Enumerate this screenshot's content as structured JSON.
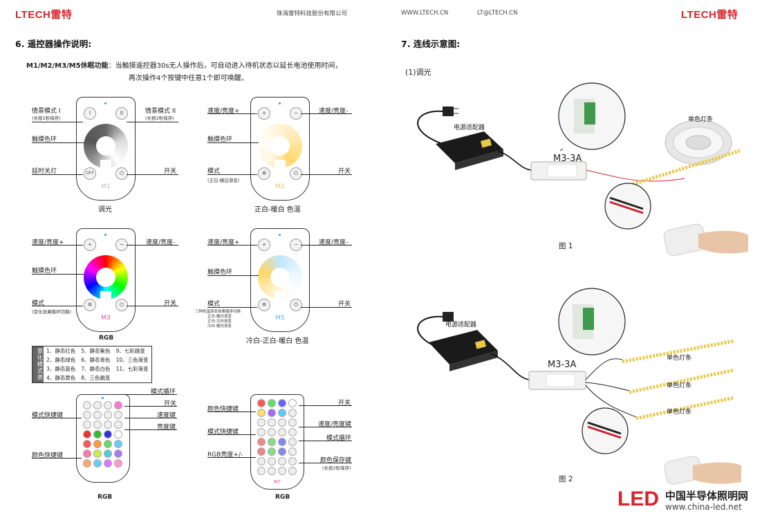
{
  "header": {
    "brand_left": "LTECH雷特",
    "company": "珠海雷特科技股份有限公司",
    "website": "WWW.LTECH.CN",
    "email": "LT@LTECH.CN",
    "brand_right": "LTECH雷特"
  },
  "left": {
    "section_title": "6. 遥控器操作说明:",
    "sleep_label": "M1/M2/M3/M5休眠功能",
    "sleep_text_1": "：当触摸遥控器30s无人操作后，可自动进入待机状态以延长电池使用时间，",
    "sleep_text_2": "再次操作4个按键中任意1个即可唤醒。",
    "m1": {
      "mode1": "情景模式 I",
      "mode1_sub": "(长按2秒保存)",
      "mode2": "情景模式 II",
      "mode2_sub": "(长按2秒保存)",
      "ring": "触摸色环",
      "delay": "延时关灯",
      "power": "开关",
      "model": "M1",
      "caption": "调光",
      "btn1": "I",
      "btn2": "II",
      "btn3": "OFF",
      "btn4": "⏻"
    },
    "m2": {
      "plus": "速度/亮度+",
      "minus": "速度/亮度-",
      "ring": "触摸色环",
      "mode": "模式",
      "mode_sub": "(正白-暖白渐变)",
      "power": "开关",
      "model": "M2",
      "caption": "正白-暖白 色温"
    },
    "m3": {
      "plus": "速度/亮度+",
      "minus": "速度/亮度-",
      "ring": "触摸色环",
      "mode": "模式",
      "mode_sub": "(变化效果循环切换)",
      "power": "开关",
      "model": "M3",
      "caption": "RGB"
    },
    "m5": {
      "plus": "速度/亮度+",
      "minus": "速度/亮度-",
      "ring": "触摸色环",
      "mode": "模式",
      "mode_sub_1": "三种色温渐变效果顺序切换",
      "mode_sub_2": "正白-暖白渐变",
      "mode_sub_3": "正白-冷白渐变",
      "mode_sub_4": "冷白-暖白渐变",
      "power": "开关",
      "model": "M5",
      "caption": "冷白-正白-暖白 色温"
    },
    "mode_table": {
      "title": "变化模式表",
      "col1": [
        "1、静态红色",
        "2、静态绿色",
        "3、静态蓝色",
        "4、静态黄色"
      ],
      "col2": [
        "5、静态紫色",
        "6、静态青色",
        "7、静态白色",
        "8、三色跳变"
      ],
      "col3": [
        "9、七彩跳变",
        "10、三色渐变",
        "11、七彩渐变",
        ""
      ]
    },
    "m6": {
      "mode_cycle": "模式循环",
      "power": "开关",
      "speed": "速度键",
      "bright": "亮度键",
      "mode_quick": "模式快捷键",
      "color_quick": "颜色快捷键",
      "caption": "RGB"
    },
    "m7": {
      "power": "开关",
      "color_quick": "颜色快捷键",
      "speed_bright": "速度/亮度键",
      "mode_quick": "模式快捷键",
      "mode_cycle": "模式循环",
      "rgb_bright": "RGB亮度+/-",
      "color_save": "颜色保存键",
      "color_save_sub": "(长按2秒保存)",
      "model": "M7",
      "caption": "RGB"
    }
  },
  "right": {
    "section_title": "7. 连线示意图:",
    "sub_title": "(1)调光",
    "fig1": {
      "adapter": "电源适配器",
      "controller": "M3-3A",
      "strip": "单色灯条",
      "caption": "图 1"
    },
    "fig2": {
      "adapter": "电源适配器",
      "controller": "M3-3A",
      "strip1": "单色灯条",
      "strip2": "单色灯条",
      "strip3": "单色灯条",
      "caption": "图 2"
    },
    "watermark": {
      "cn": "中国半导体照明网",
      "url": "www.china-led.net",
      "logo": "LED"
    }
  },
  "colors": {
    "brand_red": "#d8232a",
    "blue_dot": "#2a9fe0"
  }
}
